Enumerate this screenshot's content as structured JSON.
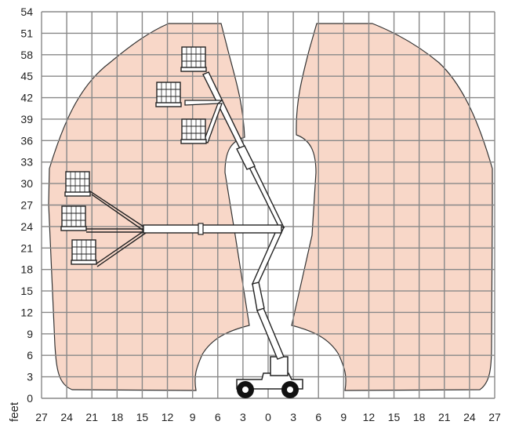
{
  "chart_data": {
    "type": "reach-diagram",
    "x_tick_labels": [
      "27",
      "24",
      "21",
      "18",
      "15",
      "12",
      "9",
      "6",
      "3",
      "0",
      "3",
      "6",
      "9",
      "12",
      "15",
      "18",
      "21",
      "24",
      "27"
    ],
    "y_tick_labels": [
      "0",
      "3",
      "6",
      "9",
      "12",
      "15",
      "18",
      "21",
      "24",
      "27",
      "30",
      "33",
      "36",
      "39",
      "42",
      "45",
      "58",
      "51",
      "54"
    ],
    "unit_label": "feet",
    "grid": true,
    "colors": {
      "envelope_fill": "#f8d7c8",
      "envelope_stroke": "#333333",
      "grid": "#888888",
      "machine_fill": "#ffffff",
      "machine_stroke": "#222222",
      "wheel": "#111111"
    }
  }
}
